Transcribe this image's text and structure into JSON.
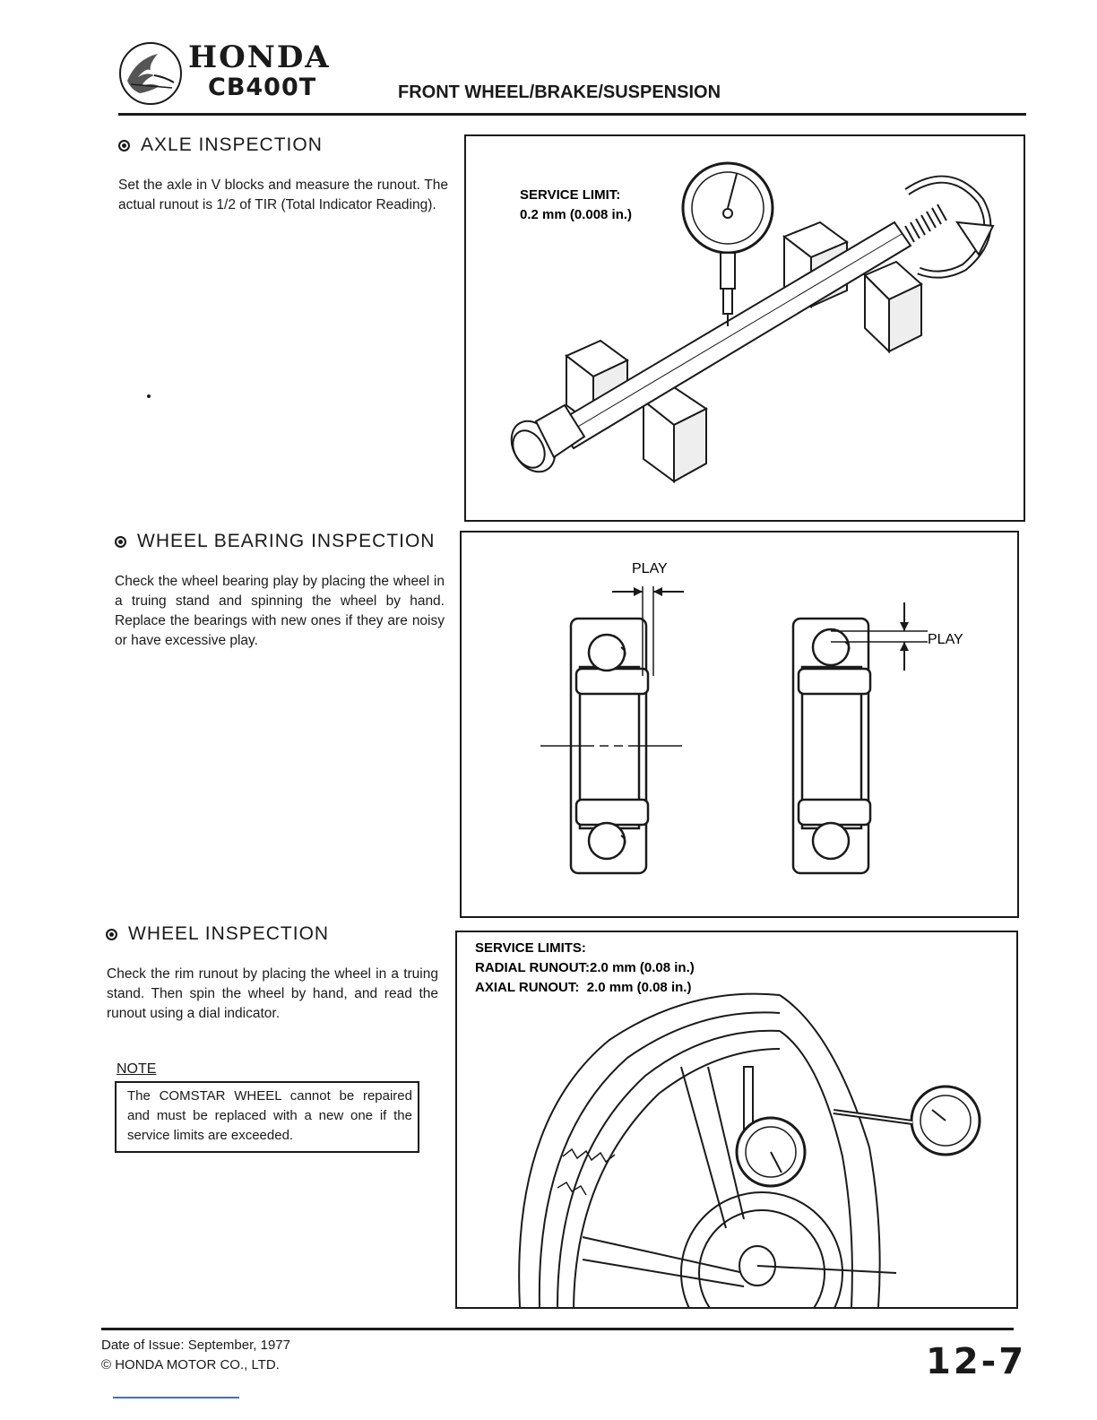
{
  "header": {
    "brand": "HONDA",
    "model": "CB400T",
    "section": "FRONT WHEEL/BRAKE/SUSPENSION"
  },
  "axle": {
    "heading": "AXLE INSPECTION",
    "body": "Set the axle in V blocks and measure the runout. The actual runout is 1/2 of TIR (Total Indicator Reading).",
    "fig_label_1": "SERVICE LIMIT:",
    "fig_label_2": "0.2 mm (0.008 in.)"
  },
  "bearing": {
    "heading": "WHEEL BEARING INSPECTION",
    "body": "Check the wheel bearing play by placing the wheel in a truing stand and spinning the wheel by hand. Replace the bearings with new ones if they are noisy or have excessive play.",
    "play_axial": "PLAY",
    "play_radial": "PLAY"
  },
  "wheel": {
    "heading": "WHEEL INSPECTION",
    "body": "Check the rim runout by placing the wheel in a truing stand. Then spin the wheel by hand, and read the runout using a dial indicator.",
    "fig_label_1": "SERVICE LIMITS:",
    "fig_label_2": "RADIAL RUNOUT:2.0 mm (0.08 in.)",
    "fig_label_3": "AXIAL RUNOUT:  2.0 mm (0.08 in.)"
  },
  "note": {
    "title": "NOTE",
    "text": "The COMSTAR WHEEL cannot be repaired and must be replaced with a new one if the service limits are exceeded."
  },
  "footer": {
    "date": "Date of Issue: September, 1977",
    "copyright": "© HONDA MOTOR CO., LTD.",
    "page": "12-7"
  }
}
